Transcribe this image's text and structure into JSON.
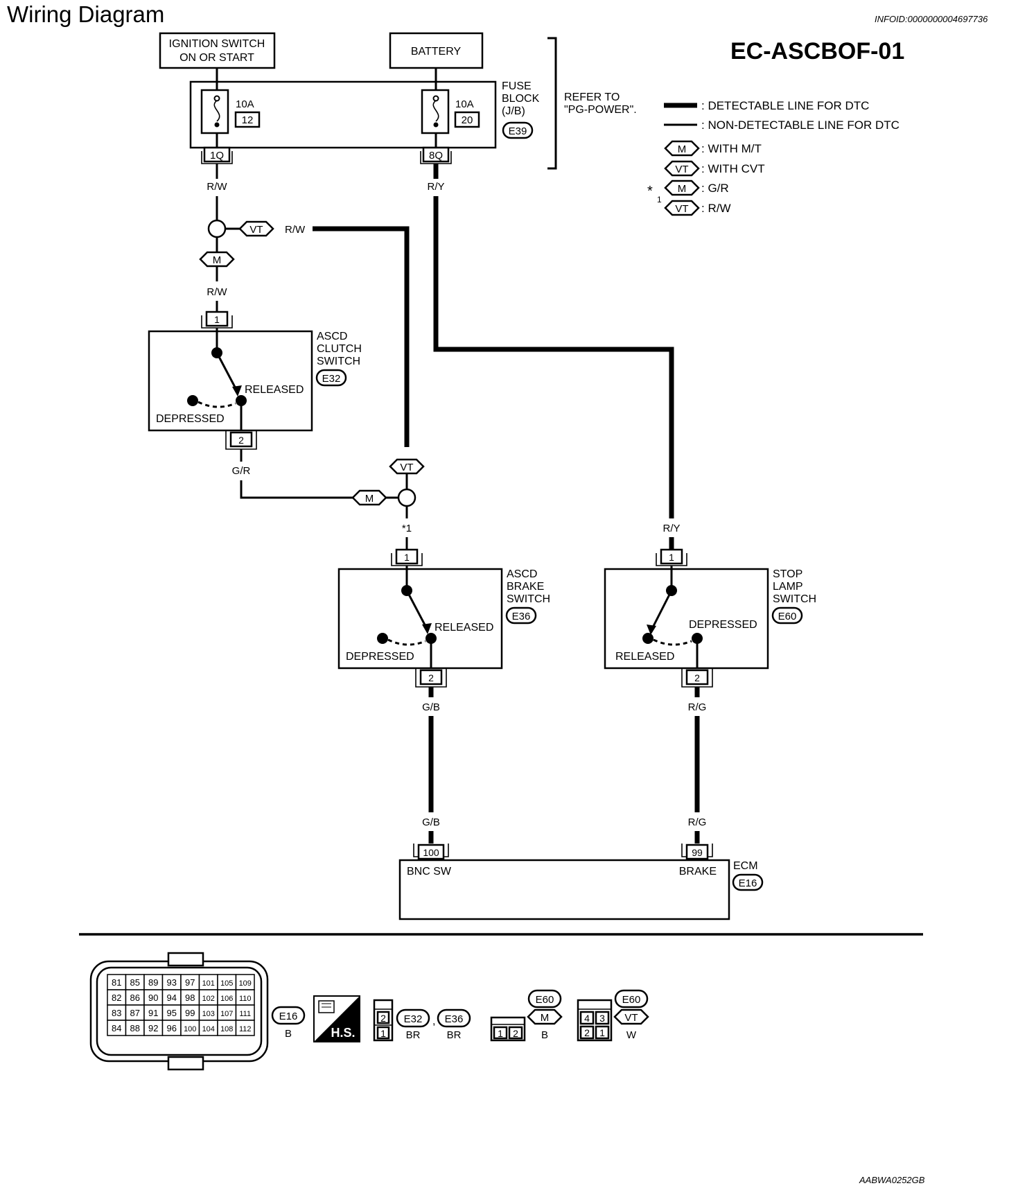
{
  "header": {
    "title": "Wiring Diagram",
    "info_id": "INFOID:0000000004697736",
    "code": "EC-ASCBOF-01",
    "footer_code": "AABWA0252GB"
  },
  "power": {
    "ignition": [
      "IGNITION SWITCH",
      "ON OR START"
    ],
    "battery": "BATTERY",
    "fuse_block": {
      "label": [
        "FUSE",
        "BLOCK",
        "(J/B)"
      ],
      "connector": "E39",
      "fuse_left": {
        "rating": "10A",
        "number": "12",
        "terminal": "1Q"
      },
      "fuse_right": {
        "rating": "10A",
        "number": "20",
        "terminal": "8Q"
      }
    },
    "refer": [
      "REFER TO",
      "\"PG-POWER\"."
    ]
  },
  "legend": {
    "detectable": ": DETECTABLE LINE FOR DTC",
    "non_detectable": ": NON-DETECTABLE LINE FOR DTC",
    "m_tag": "M",
    "m_text": ": WITH M/T",
    "vt_tag": "VT",
    "vt_text": ": WITH CVT",
    "star1": "*",
    "star1_sub": "1",
    "star_m_text": ": G/R",
    "star_vt_text": ": R/W"
  },
  "wires": {
    "rw": "R/W",
    "ry": "R/Y",
    "gr": "G/R",
    "gb": "G/B",
    "rg": "R/G",
    "star1": "*1",
    "tag_vt": "VT",
    "tag_m": "M"
  },
  "clutch_switch": {
    "name": [
      "ASCD",
      "CLUTCH",
      "SWITCH"
    ],
    "connector": "E32",
    "pin_in": "1",
    "pin_out": "2",
    "released": "RELEASED",
    "depressed": "DEPRESSED"
  },
  "brake_switch": {
    "name": [
      "ASCD",
      "BRAKE",
      "SWITCH"
    ],
    "connector": "E36",
    "pin_in": "1",
    "pin_out": "2",
    "released": "RELEASED",
    "depressed": "DEPRESSED"
  },
  "stop_lamp_switch": {
    "name": [
      "STOP",
      "LAMP",
      "SWITCH"
    ],
    "connector": "E60",
    "pin_in": "1",
    "pin_out": "2",
    "released": "RELEASED",
    "depressed": "DEPRESSED"
  },
  "ecm": {
    "name": "ECM",
    "connector": "E16",
    "pin_left": "100",
    "pin_left_label": "BNC SW",
    "pin_right": "99",
    "pin_right_label": "BRAKE"
  },
  "connectors": {
    "e16_pins": [
      [
        "81",
        "85",
        "89",
        "93",
        "97",
        "101",
        "105",
        "109"
      ],
      [
        "82",
        "86",
        "90",
        "94",
        "98",
        "102",
        "106",
        "110"
      ],
      [
        "83",
        "87",
        "91",
        "95",
        "99",
        "103",
        "107",
        "111"
      ],
      [
        "84",
        "88",
        "92",
        "96",
        "100",
        "104",
        "108",
        "112"
      ]
    ],
    "e16_tag": "E16",
    "e16_color": "B",
    "hs_label": "H.S.",
    "e32_tag": "E32",
    "e36_tag": "E36",
    "comma": ",",
    "e32_color": "BR",
    "e36_color": "BR",
    "two_pin": [
      "2",
      "1"
    ],
    "e60_tag": "E60",
    "e60_m_tag": "M",
    "e60_m_color": "B",
    "e60_m_pins": [
      "1",
      "2"
    ],
    "e60_vt_tag": "VT",
    "e60_vt_color": "W",
    "e60_vt_pins": [
      "4",
      "3",
      "2",
      "1"
    ]
  }
}
